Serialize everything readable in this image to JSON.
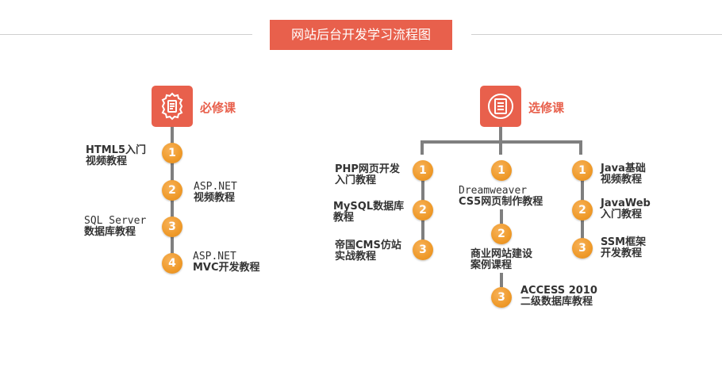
{
  "title": "网站后台开发学习流程图",
  "colors": {
    "accent": "#e8604c",
    "badge": "#ef9a2a",
    "line": "#7f7f7f"
  },
  "required": {
    "label": "必修课",
    "icon": "badge-gear-document-icon",
    "items": [
      {
        "num": "1",
        "line1": "HTML5入门",
        "line2": "视频教程"
      },
      {
        "num": "2",
        "line1": "ASP.NET",
        "line2": "视频教程"
      },
      {
        "num": "3",
        "line1": "SQL Server",
        "line2": "数据库教程"
      },
      {
        "num": "4",
        "line1": "ASP.NET",
        "line2": "MVC开发教程"
      }
    ]
  },
  "elective": {
    "label": "选修课",
    "icon": "checklist-document-icon",
    "left": [
      {
        "num": "1",
        "line1": "PHP网页开发",
        "line2": "入门教程"
      },
      {
        "num": "2",
        "line1": "MySQL数据库",
        "line2": "教程"
      },
      {
        "num": "3",
        "line1": "帝国CMS仿站",
        "line2": "实战教程"
      }
    ],
    "middle": [
      {
        "num": "1",
        "line1": "Dreamweaver",
        "line2": "CS5网页制作教程"
      },
      {
        "num": "2",
        "line1": "商业网站建设",
        "line2": "案例课程"
      },
      {
        "num": "3",
        "line1": "ACCESS 2010",
        "line2": "二级数据库教程"
      }
    ],
    "right": [
      {
        "num": "1",
        "line1": "Java基础",
        "line2": "视频教程"
      },
      {
        "num": "2",
        "line1": "JavaWeb",
        "line2": "入门教程"
      },
      {
        "num": "3",
        "line1": "SSM框架",
        "line2": "开发教程"
      }
    ]
  }
}
